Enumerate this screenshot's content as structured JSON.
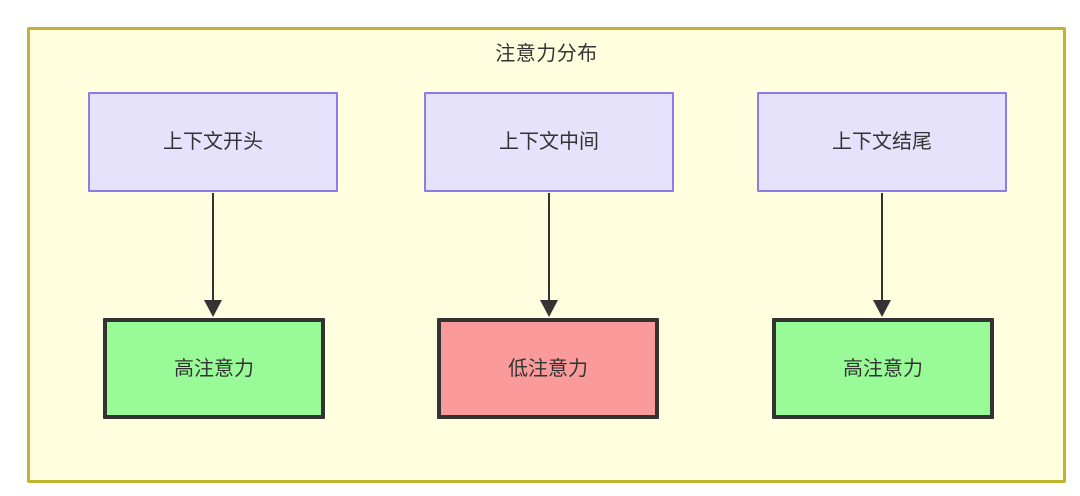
{
  "diagram": {
    "title": "注意力分布",
    "background_color": "#ffffe0",
    "border_color": "#bfb52f",
    "source_node_fill": "#e6e2fb",
    "source_node_border": "#8d7ce8",
    "high_attention_fill": "#98fb98",
    "low_attention_fill": "#fa9a9a",
    "outcome_node_border": "#333333",
    "edge_color": "#333333",
    "columns": [
      {
        "source_label": "上下文开头",
        "outcome_label": "高注意力",
        "outcome_state": "high"
      },
      {
        "source_label": "上下文中间",
        "outcome_label": "低注意力",
        "outcome_state": "low"
      },
      {
        "source_label": "上下文结尾",
        "outcome_label": "高注意力",
        "outcome_state": "high"
      }
    ]
  }
}
